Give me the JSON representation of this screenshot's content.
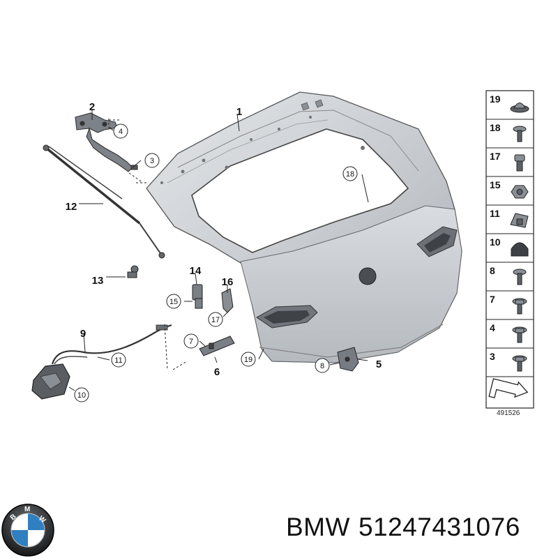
{
  "diagram": {
    "callouts": [
      {
        "id": "c1",
        "label": "1",
        "circled": false
      },
      {
        "id": "c2",
        "label": "2",
        "circled": false
      },
      {
        "id": "c3",
        "label": "3",
        "circled": true
      },
      {
        "id": "c4",
        "label": "4",
        "circled": true
      },
      {
        "id": "c5",
        "label": "5",
        "circled": false
      },
      {
        "id": "c6",
        "label": "6",
        "circled": false
      },
      {
        "id": "c7",
        "label": "7",
        "circled": true
      },
      {
        "id": "c8",
        "label": "8",
        "circled": true
      },
      {
        "id": "c9",
        "label": "9",
        "circled": false
      },
      {
        "id": "c10",
        "label": "10",
        "circled": true
      },
      {
        "id": "c11",
        "label": "11",
        "circled": true
      },
      {
        "id": "c12",
        "label": "12",
        "circled": false
      },
      {
        "id": "c13",
        "label": "13",
        "circled": false
      },
      {
        "id": "c14",
        "label": "14",
        "circled": false
      },
      {
        "id": "c15",
        "label": "15",
        "circled": true
      },
      {
        "id": "c16",
        "label": "16",
        "circled": false
      },
      {
        "id": "c17",
        "label": "17",
        "circled": true
      },
      {
        "id": "c18",
        "label": "18",
        "circled": true
      },
      {
        "id": "c19",
        "label": "19",
        "circled": true
      }
    ],
    "legend": {
      "items": [
        {
          "label": "19",
          "icon": "grommet-icon"
        },
        {
          "label": "18",
          "icon": "screw-icon"
        },
        {
          "label": "17",
          "icon": "hex-bolt-icon"
        },
        {
          "label": "15",
          "icon": "hex-nut-icon"
        },
        {
          "label": "11",
          "icon": "clip-nut-icon"
        },
        {
          "label": "10",
          "icon": "rubber-buffer-icon"
        },
        {
          "label": "8",
          "icon": "screw-icon"
        },
        {
          "label": "7",
          "icon": "flange-bolt-icon"
        },
        {
          "label": "4",
          "icon": "flange-bolt-icon"
        },
        {
          "label": "3",
          "icon": "flange-bolt-icon"
        }
      ],
      "ref_code": "491526"
    }
  },
  "caption": {
    "brand": "BMW",
    "part_number": "51247431076"
  },
  "colors": {
    "panel": "#c7cbd0",
    "panel_light": "#dde0e4",
    "panel_dark": "#9ea3a9",
    "line": "#333333",
    "part_dark": "#5d6166",
    "bmw_blue": "#2f7fc1"
  }
}
